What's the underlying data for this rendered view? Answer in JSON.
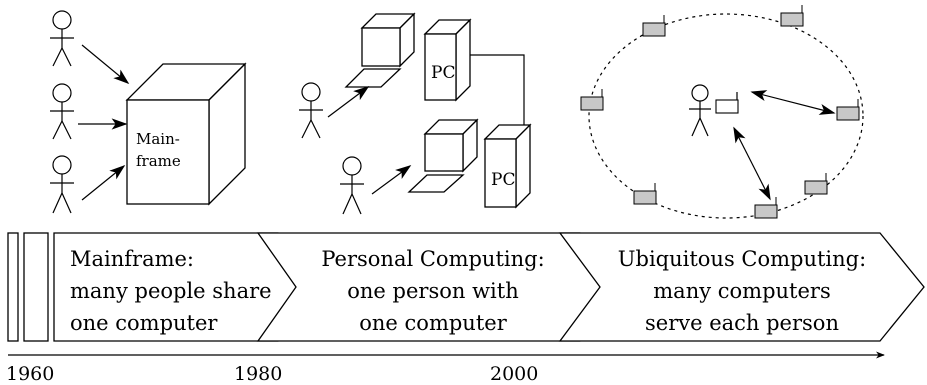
{
  "mainframe_box": {
    "line1": "Main-",
    "line2": "frame"
  },
  "pc_label": "PC",
  "eras": [
    {
      "line1": "Mainframe:",
      "line2": "many people share",
      "line3": "one computer"
    },
    {
      "line1": "Personal Computing:",
      "line2": "one person with",
      "line3": "one computer"
    },
    {
      "line1": "Ubiquitous Computing:",
      "line2": "many computers",
      "line3": "serve each person"
    }
  ],
  "years": [
    "1960",
    "1980",
    "2000"
  ]
}
